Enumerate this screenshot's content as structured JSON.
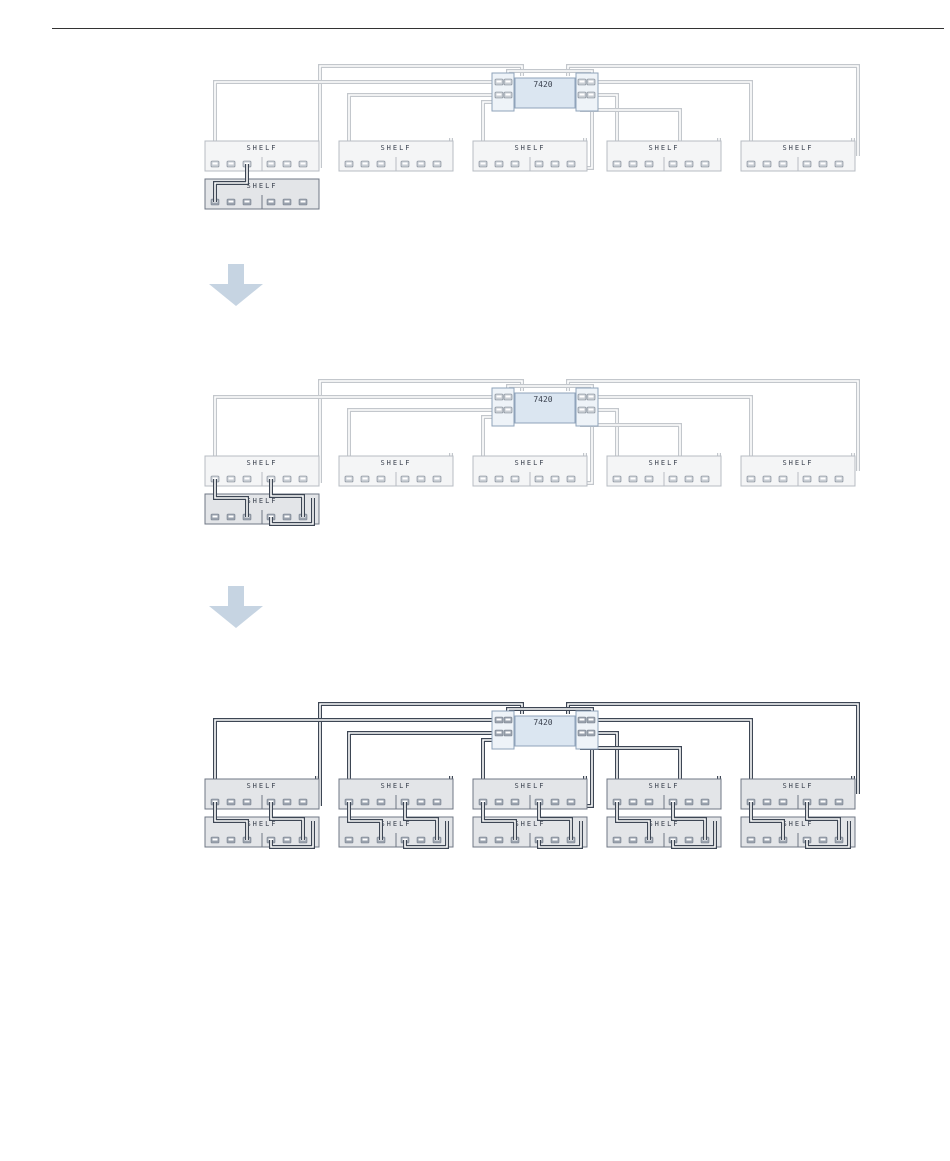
{
  "page": {
    "header_rule": true
  },
  "labels": {
    "shelf": "SHELF",
    "controller": "7420"
  },
  "colors": {
    "cable_light": "#c3c7cc",
    "cable_dark": "#3d4654",
    "shelf_fill_light": "#f4f5f6",
    "shelf_fill_dark": "#e3e5e8",
    "controller_fill": "#dbe6f1",
    "arrow": "#c6d4e2"
  },
  "stages": [
    {
      "name": "step-1",
      "chains": 5,
      "shelves_per_chain": [
        2,
        1,
        1,
        1,
        1
      ],
      "new_cable_style": "dark",
      "existing_cable_style": "light"
    },
    {
      "name": "step-2",
      "chains": 5,
      "shelves_per_chain": [
        2,
        1,
        1,
        1,
        1
      ],
      "new_cable_style": "dark",
      "existing_cable_style": "light"
    },
    {
      "name": "step-3",
      "chains": 5,
      "shelves_per_chain": [
        2,
        2,
        2,
        2,
        2
      ],
      "new_cable_style": "dark",
      "existing_cable_style": "dark"
    }
  ],
  "arrows": [
    {
      "name": "arrow-1"
    },
    {
      "name": "arrow-2"
    }
  ]
}
